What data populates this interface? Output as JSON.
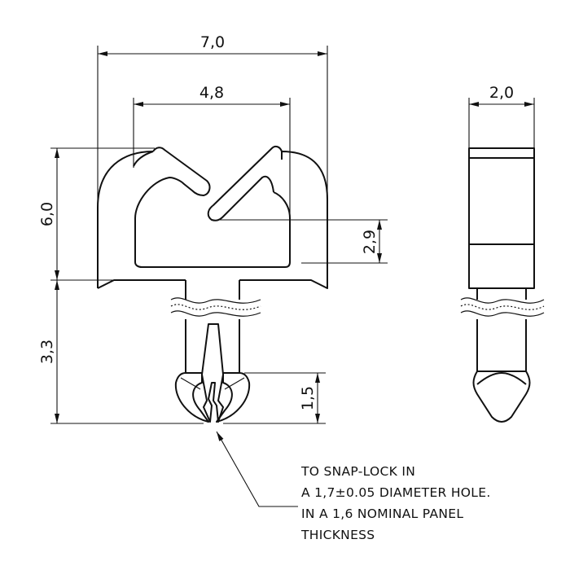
{
  "dimensions": {
    "overall_width": "7,0",
    "inner_width": "4,8",
    "side_thickness": "2,0",
    "head_height": "6,0",
    "inner_height": "2,9",
    "stem_length": "3,3",
    "tip_height": "1,5"
  },
  "note": {
    "lines": [
      "TO SNAP-LOCK IN",
      "A 1,7±0.05 DIAMETER HOLE.",
      "IN A 1,6 NOMINAL PANEL",
      "THICKNESS"
    ]
  }
}
